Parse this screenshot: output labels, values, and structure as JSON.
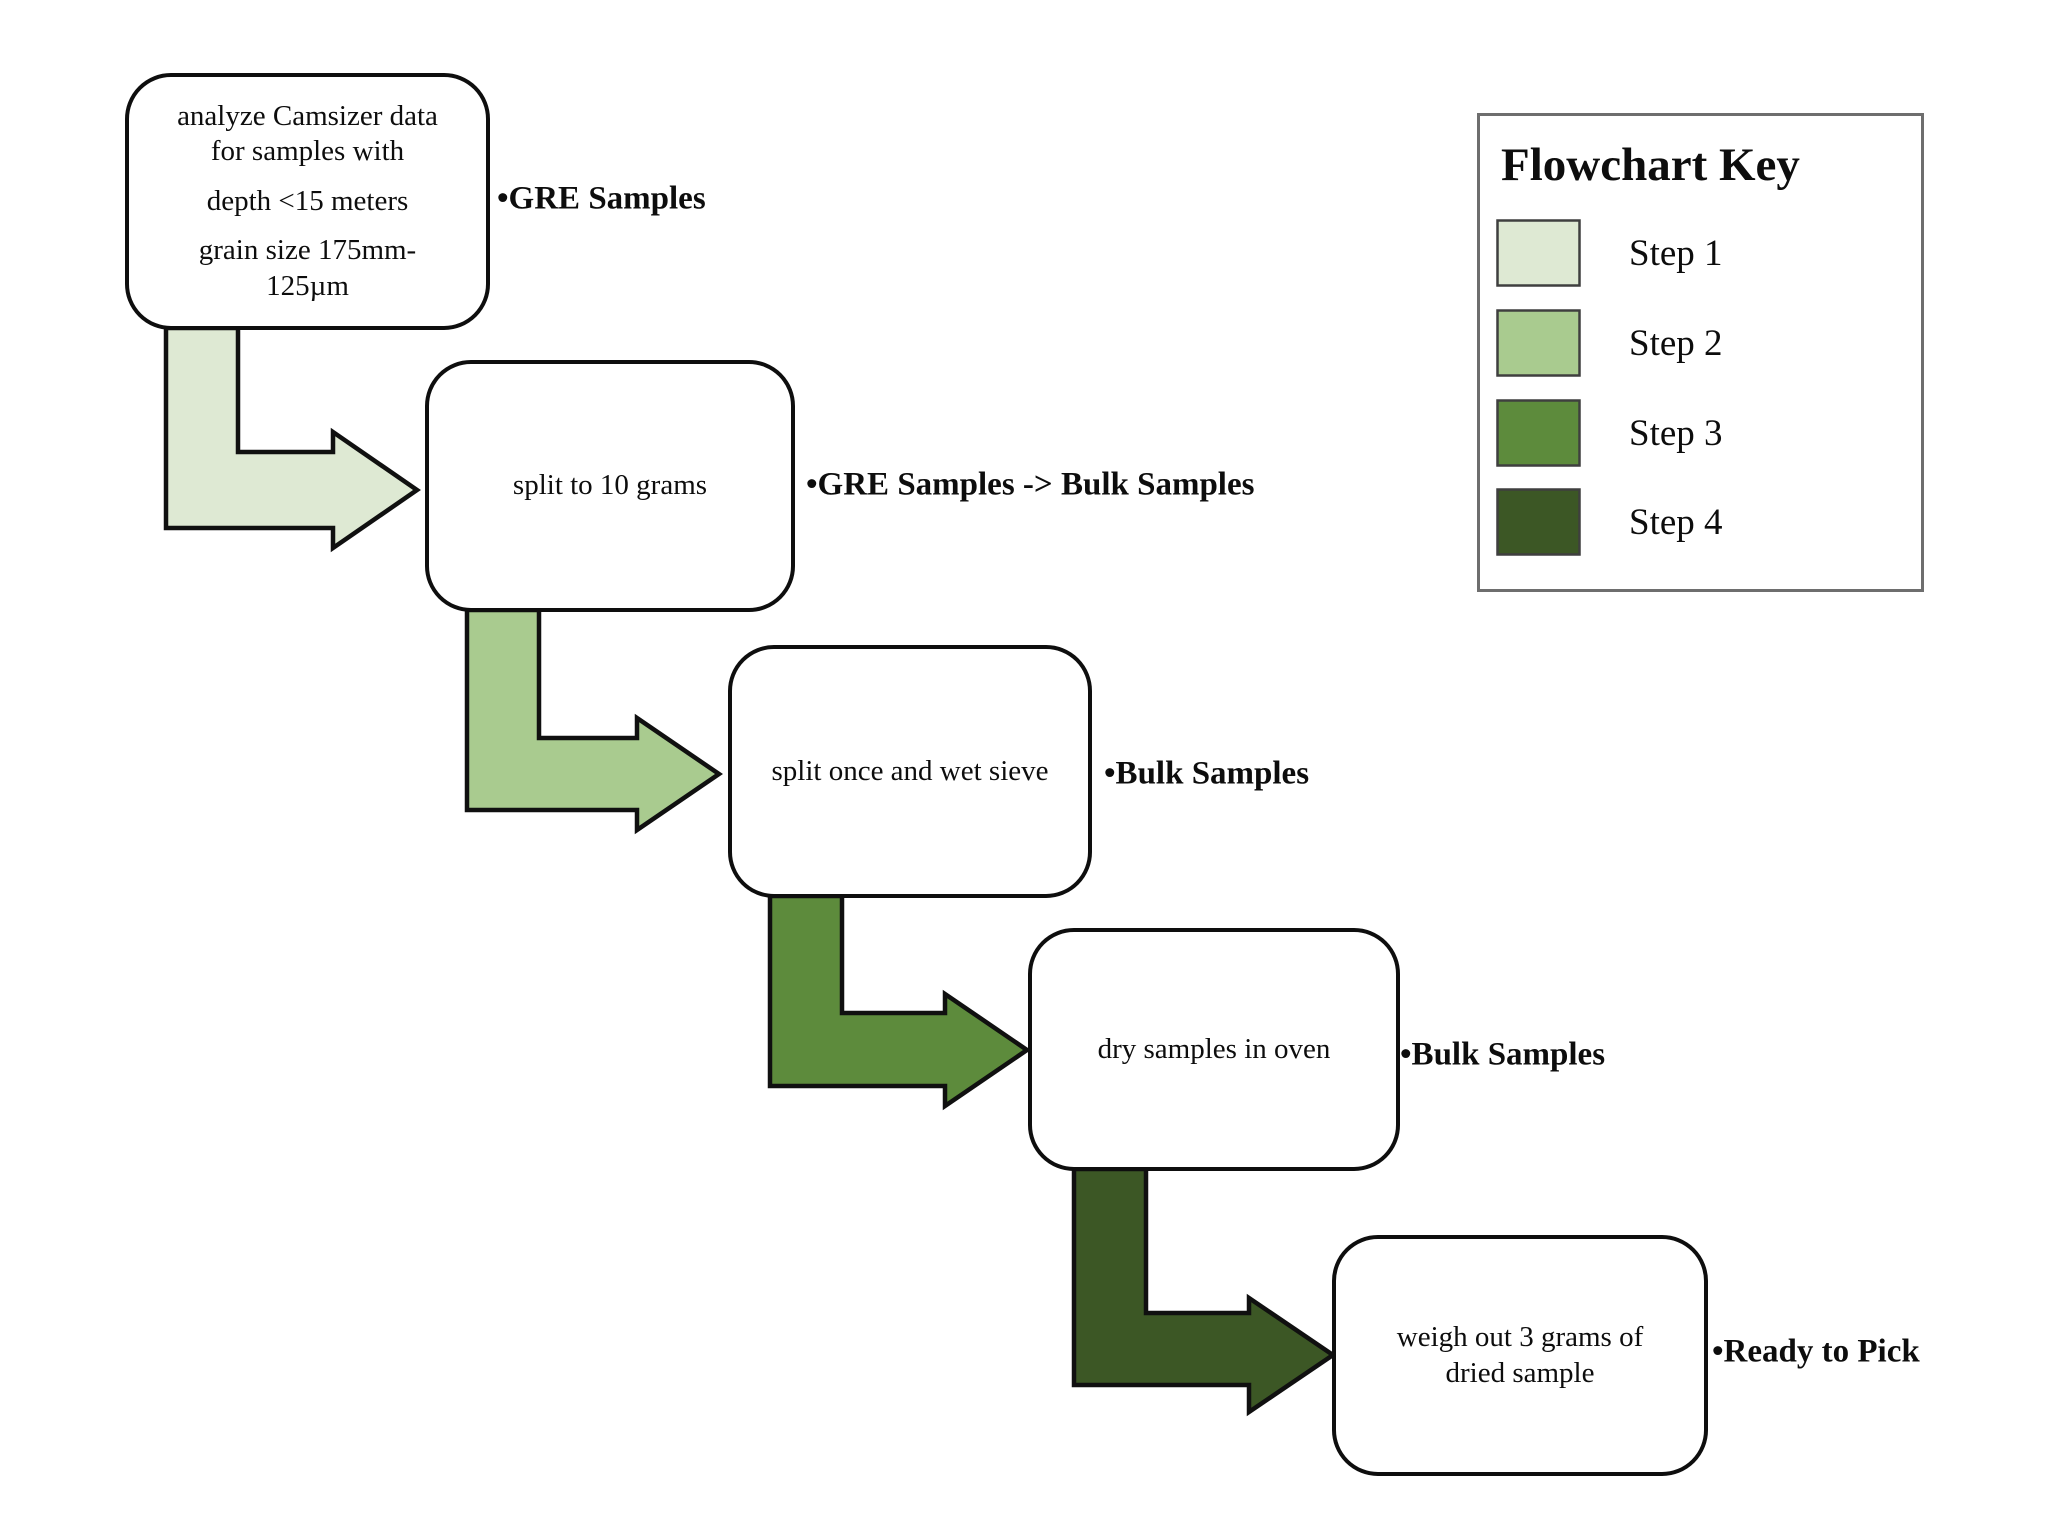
{
  "flowchart": {
    "boxes": [
      {
        "lines": [
          "analyze Camsizer data for samples with",
          "depth <15 meters",
          "grain size 175mm-125µm"
        ],
        "label": "•GRE Samples",
        "step": 1
      },
      {
        "lines": [
          "split to 10 grams"
        ],
        "label": "•GRE Samples -> Bulk Samples",
        "step": 2
      },
      {
        "lines": [
          "split once and wet sieve"
        ],
        "label": "•Bulk Samples",
        "step": 3
      },
      {
        "lines": [
          "dry samples in oven"
        ],
        "label": "•Bulk Samples",
        "step": 4
      },
      {
        "lines": [
          "weigh out 3 grams of dried sample"
        ],
        "label": "•Ready to Pick",
        "step": 5
      }
    ]
  },
  "legend": {
    "title": "Flowchart Key",
    "items": [
      {
        "label": "Step 1",
        "color": "#dee9d3"
      },
      {
        "label": "Step 2",
        "color": "#a9cb8f"
      },
      {
        "label": "Step 3",
        "color": "#5d8b3c"
      },
      {
        "label": "Step 4",
        "color": "#3c5725"
      }
    ]
  },
  "colors": {
    "background": "#ffffff",
    "box_border": "#0e0e0e",
    "legend_border": "#6e6e6e",
    "swatch_border": "#3f3f3f",
    "text": "#0d0d0d"
  }
}
